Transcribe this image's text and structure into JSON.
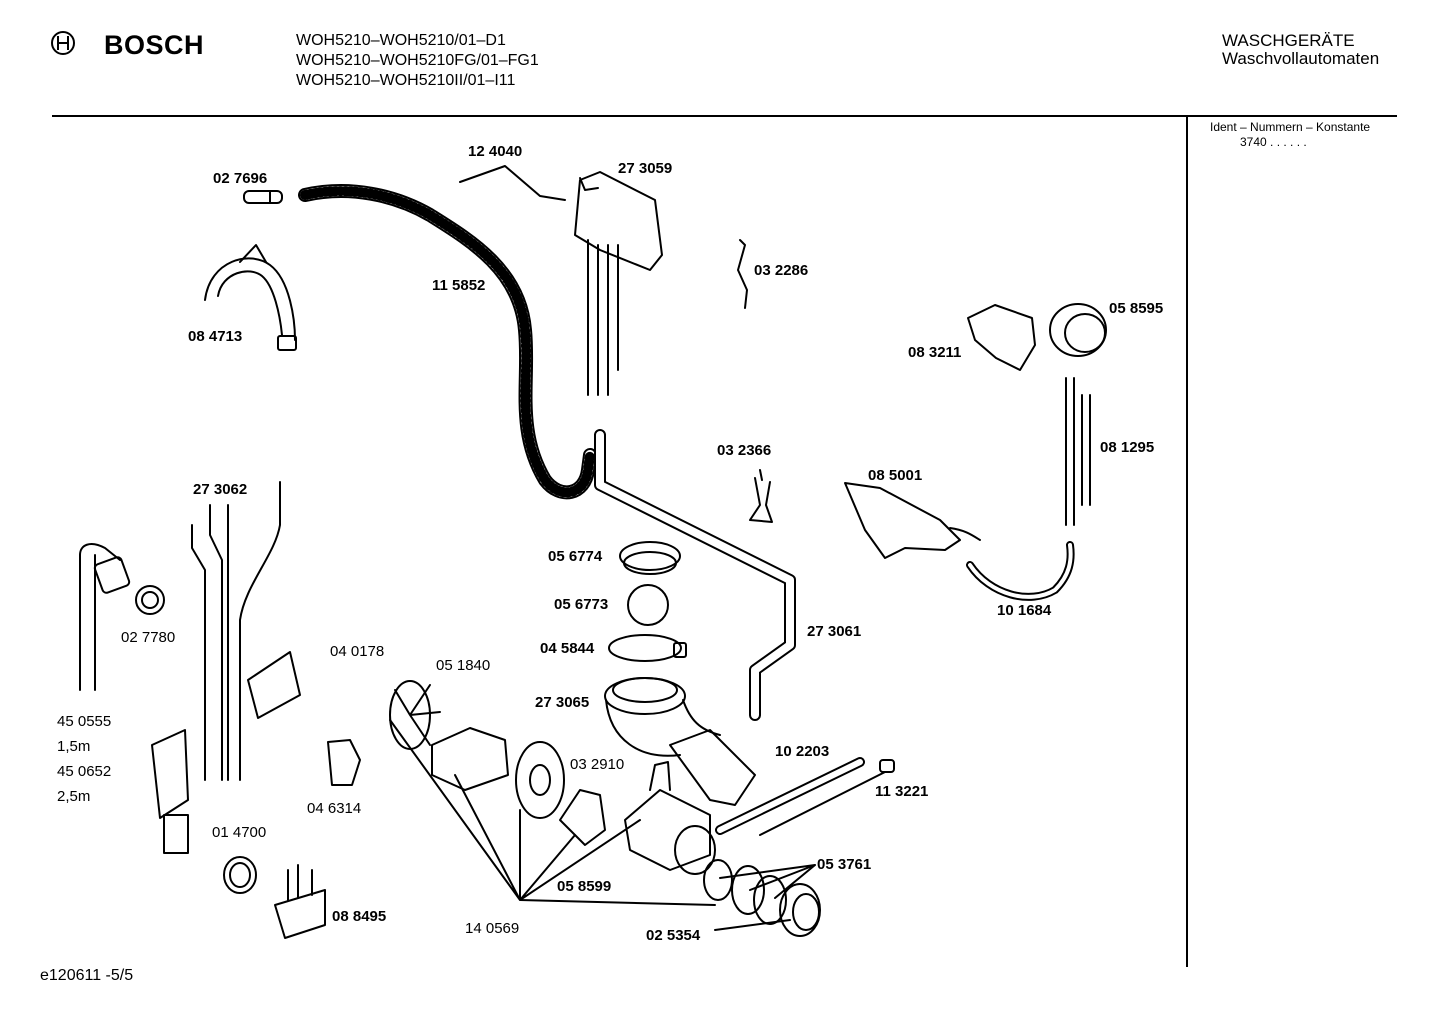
{
  "header": {
    "brand": "BOSCH",
    "models": [
      "WOH5210–WOH5210/01–D1",
      "WOH5210–WOH5210FG/01–FG1",
      "WOH5210–WOH5210II/01–I11"
    ],
    "category": "WASCHGERÄTE",
    "subcategory": "Waschvollautomaten"
  },
  "ident": {
    "label": "Ident – Nummern – Konstante",
    "value": "3740 . . . . . ."
  },
  "footer": {
    "code": "e120611 -5/5"
  },
  "parts": {
    "p124040": "12 4040",
    "p273059": "27 3059",
    "p027696": "02 7696",
    "p032286": "03 2286",
    "p115852": "11 5852",
    "p084713": "08 4713",
    "p058595": "05 8595",
    "p083211": "08 3211",
    "p081295": "08 1295",
    "p032366": "03 2366",
    "p085001": "08 5001",
    "p273062": "27 3062",
    "p056774": "05 6774",
    "p056773": "05 6773",
    "p101684": "10 1684",
    "p027780": "02 7780",
    "p040178": "04 0178",
    "p045844": "04 5844",
    "p273061": "27 3061",
    "p051840": "05 1840",
    "p450555": "45 0555",
    "len1": "1,5m",
    "p273065": "27 3065",
    "p450652": "45 0652",
    "len2": "2,5m",
    "p102203": "10 2203",
    "p032910": "03 2910",
    "p113221": "11 3221",
    "p046314": "04 6314",
    "p014700": "01 4700",
    "p053761": "05 3761",
    "p058599": "05 8599",
    "p088495": "08 8495",
    "p140569": "14 0569",
    "p025354": "02 5354"
  }
}
